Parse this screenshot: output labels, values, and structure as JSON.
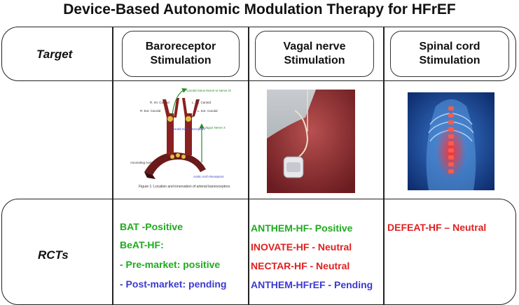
{
  "title": "Device-Based Autonomic Modulation Therapy for HFrEF",
  "row_labels": {
    "target": "Target",
    "rcts": "RCTs"
  },
  "columns": [
    {
      "header_line1": "Baroreceptor",
      "header_line2": "Stimulation"
    },
    {
      "header_line1": "Vagal nerve",
      "header_line2": "Stimulation"
    },
    {
      "header_line1": "Spinal cord",
      "header_line2": "Stimulation"
    }
  ],
  "baro_figure": {
    "labels": {
      "carotid_sinus": "Carotid Sinus Nerve to Nerve IX",
      "r_int": "R. Int. Carotid",
      "l_int": "L. Int. Carotid",
      "r_ext": "R. Ext. Carotid",
      "l_ext": "L. Ext. Carotid",
      "carotid_receptors": "Carotid Sinus Receptors",
      "vagus": "Vagus Nerve X",
      "ascending": "Ascending Aorta",
      "aortic": "Aortic Arch Receptors"
    },
    "caption": "Figure 1: Location and innervation of arterial baroreceptors."
  },
  "colors": {
    "positive": "#1faa1f",
    "neutral": "#e02020",
    "pending": "#3a3ad0"
  },
  "rcts": {
    "baro": [
      {
        "text": "BAT -Positive",
        "status": "positive"
      },
      {
        "text": "BeAT-HF:",
        "status": "positive"
      },
      {
        "text": " - Pre-market: positive",
        "status": "positive"
      },
      {
        "text": " - Post-market: pending",
        "status": "pending"
      }
    ],
    "vagal": [
      {
        "text": "ANTHEM-HF- Positive",
        "status": "positive"
      },
      {
        "text": "INOVATE-HF - Neutral",
        "status": "neutral"
      },
      {
        "text": "NECTAR-HF - Neutral",
        "status": "neutral"
      },
      {
        "text": "ANTHEM-HFrEF - Pending",
        "status": "pending"
      }
    ],
    "spinal": [
      {
        "text": "DEFEAT-HF – Neutral",
        "status": "neutral"
      }
    ]
  }
}
